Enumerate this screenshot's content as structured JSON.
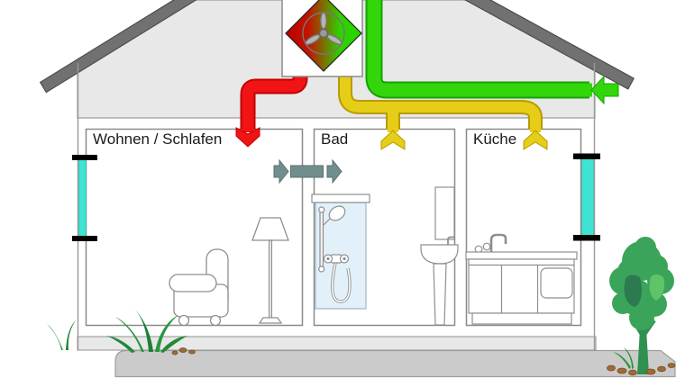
{
  "diagram": {
    "type": "home-ventilation-cross-section",
    "rooms": [
      {
        "label": "Wohnen / Schlafen"
      },
      {
        "label": "Bad"
      },
      {
        "label": "Küche"
      }
    ],
    "unit": {
      "name": "heat-recovery-ventilation-unit",
      "icon": "fan-icon"
    },
    "flows": {
      "supply": {
        "name": "supply-air",
        "color": "#f01414"
      },
      "extract": {
        "name": "extract-air",
        "color": "#e6cd17"
      },
      "fresh": {
        "name": "fresh-outdoor-air",
        "color": "#32d60b"
      },
      "transfer": {
        "name": "transfer-air",
        "color": "#6f8e8d"
      }
    },
    "palette": {
      "roof": "#717171",
      "gable": "#e8e8e8",
      "wall_line": "#9a9a9a",
      "window_glass": "#3fe3d3",
      "window_frame": "#000000",
      "floor": "#e8e8e8",
      "ground": "#cbcbcb",
      "tree_green": "#3aa55a",
      "label_text": "#1a1a1a",
      "exchanger_gradient": [
        "#bb0000",
        "#28d400"
      ]
    }
  }
}
